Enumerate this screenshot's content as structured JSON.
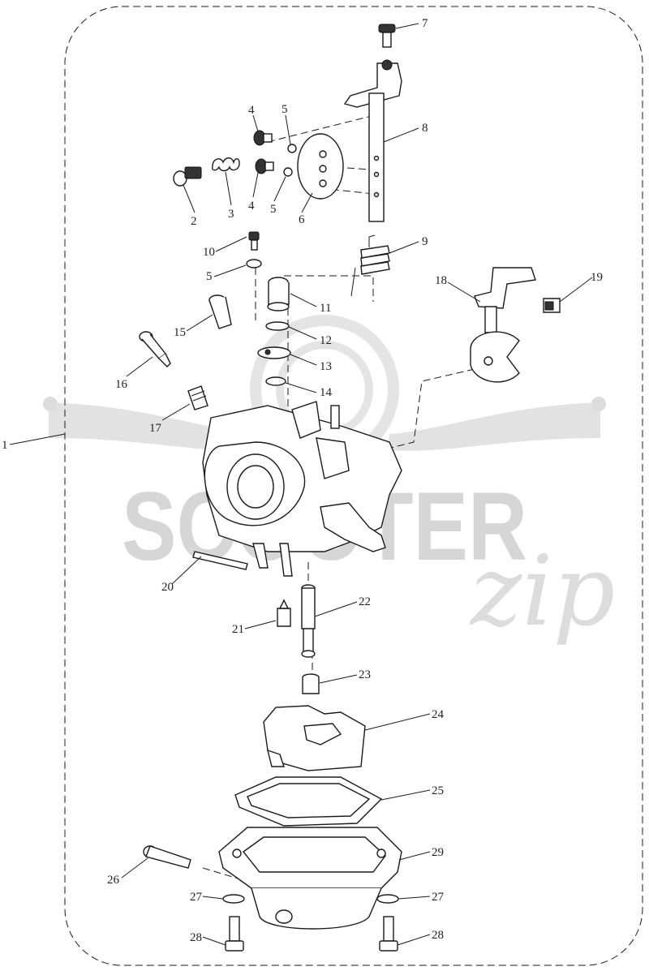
{
  "watermark": {
    "brand": "SCOOTER",
    "script": "zip"
  },
  "parts": [
    {
      "id": "p1",
      "number": "1"
    },
    {
      "id": "p2",
      "number": "2"
    },
    {
      "id": "p3",
      "number": "3"
    },
    {
      "id": "p4a",
      "number": "4"
    },
    {
      "id": "p4b",
      "number": "4"
    },
    {
      "id": "p5a",
      "number": "5"
    },
    {
      "id": "p5b",
      "number": "5"
    },
    {
      "id": "p5c",
      "number": "5"
    },
    {
      "id": "p6",
      "number": "6"
    },
    {
      "id": "p7",
      "number": "7"
    },
    {
      "id": "p8",
      "number": "8"
    },
    {
      "id": "p9",
      "number": "9"
    },
    {
      "id": "p10",
      "number": "10"
    },
    {
      "id": "p11",
      "number": "11"
    },
    {
      "id": "p12",
      "number": "12"
    },
    {
      "id": "p13",
      "number": "13"
    },
    {
      "id": "p14",
      "number": "14"
    },
    {
      "id": "p15",
      "number": "15"
    },
    {
      "id": "p16",
      "number": "16"
    },
    {
      "id": "p17",
      "number": "17"
    },
    {
      "id": "p18",
      "number": "18"
    },
    {
      "id": "p19",
      "number": "19"
    },
    {
      "id": "p20",
      "number": "20"
    },
    {
      "id": "p21",
      "number": "21"
    },
    {
      "id": "p22",
      "number": "22"
    },
    {
      "id": "p23",
      "number": "23"
    },
    {
      "id": "p24",
      "number": "24"
    },
    {
      "id": "p25",
      "number": "25"
    },
    {
      "id": "p26",
      "number": "26"
    },
    {
      "id": "p27a",
      "number": "27"
    },
    {
      "id": "p27b",
      "number": "27"
    },
    {
      "id": "p28a",
      "number": "28"
    },
    {
      "id": "p28b",
      "number": "28"
    },
    {
      "id": "p29",
      "number": "29"
    }
  ]
}
